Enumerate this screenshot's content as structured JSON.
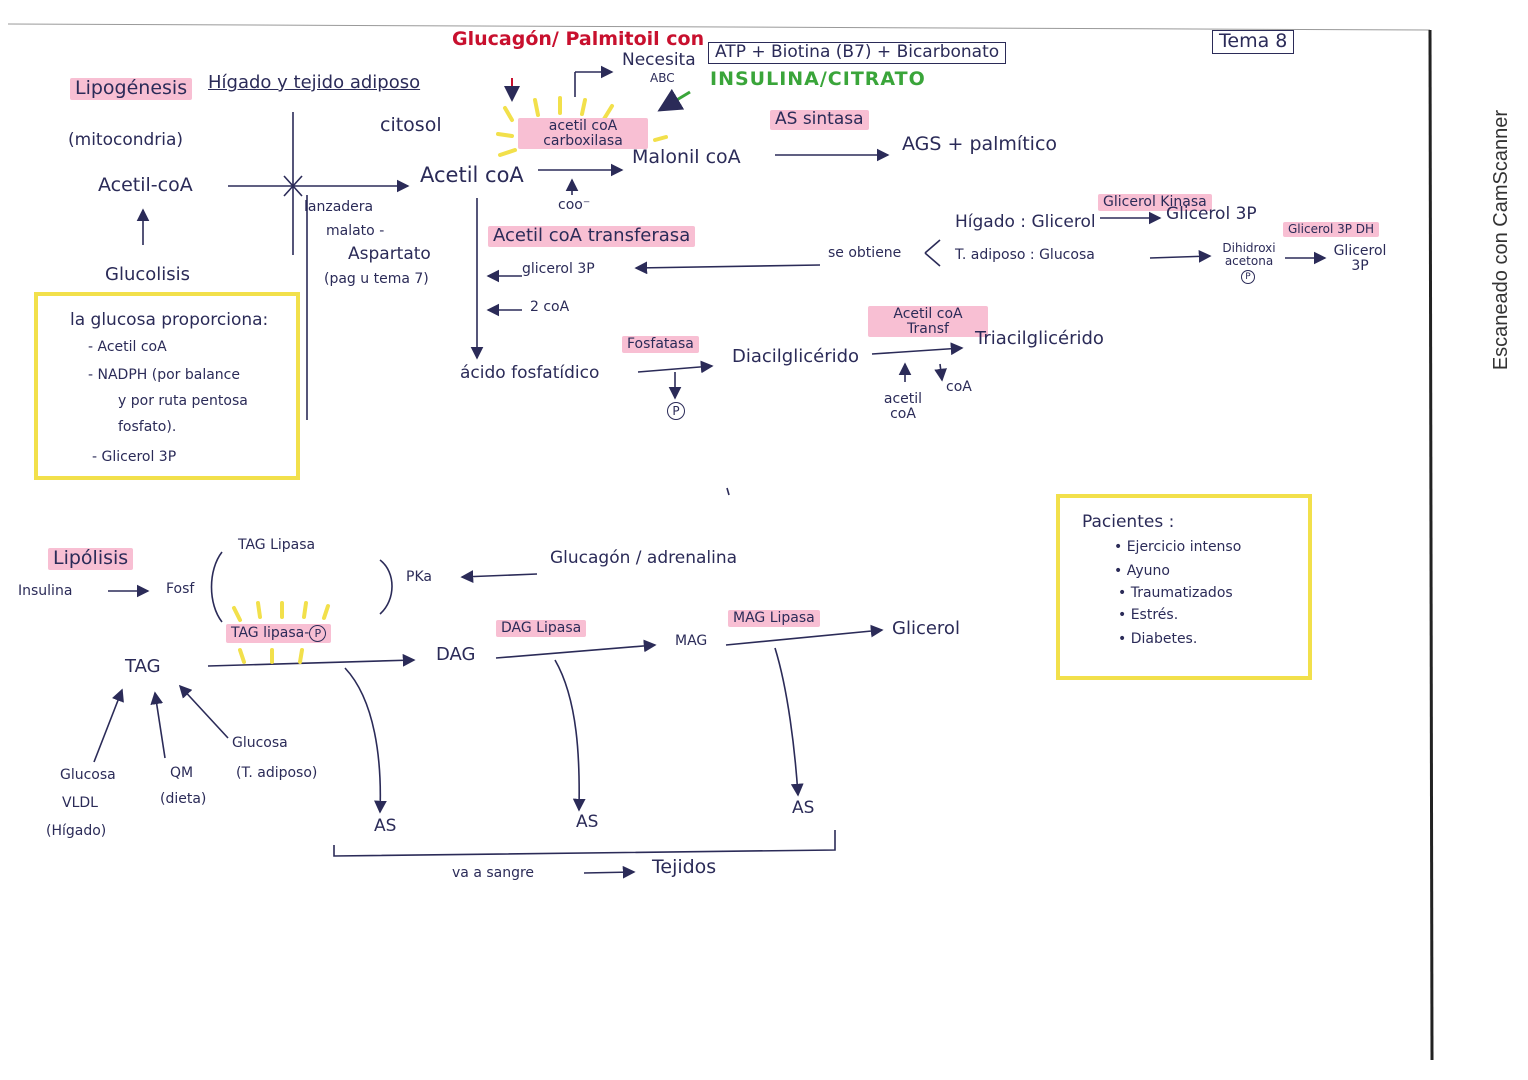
{
  "header": {
    "regulation": "Glucagón/ Palmitoil con",
    "needs_label": "Necesita",
    "needs_sub": "ABC",
    "needs_value": "ATP + Biotina (B7) + Bicarbonato",
    "activators": "INSULINA/CITRATO",
    "topic": "Tema 8"
  },
  "lipogenesis": {
    "title": "Lipogénesis",
    "location": "Hígado y tejido adiposo",
    "mitocondria": "(mitocondria)",
    "citosol": "citosol",
    "acetil_coa_mito": "Acetil-coA",
    "glucolisis": "Glucolisis",
    "lanzadera": [
      "lanzadera",
      "malato -",
      "Aspartato",
      "(pag u tema 7)"
    ],
    "acetil_coa_cyto": "Acetil coA",
    "enzyme_carboxilasa": "acetil coA carboxilasa",
    "malonil": "Malonil coA",
    "coo": "coo⁻",
    "enzyme_as": "AS sintasa",
    "ags": "AGS + palmítico",
    "enzyme_transferasa": "Acetil coA transferasa",
    "glicerol3p": "glicerol 3P",
    "two_coa": "2 coA",
    "se_obtiene": "se obtiene",
    "higado_glicerol": "Hígado : Glicerol",
    "tadiposo_glucosa": "T. adiposo : Glucosa",
    "enzyme_glicerol_kinasa": "Glicerol Kinasa",
    "glicerol3p_right": "Glicerol 3P",
    "dihidroxi": "Dihidroxi acetona",
    "dihidroxi_p": "P",
    "enzyme_glicerol3pdh": "Glicerol 3P DH",
    "glicerol3p_far": "Glicerol 3P",
    "acido_fosfatidico": "ácido fosfatídico",
    "enzyme_fosfatasa": "Fosfatasa",
    "p_symbol": "P",
    "diacilglicerido": "Diacilglicérido",
    "enzyme_acetil_transf": "Acetil coA Transf",
    "triacilglicerido": "Triacilglicérido",
    "acetil_coa_in": "acetil coA",
    "coa_out": "coA",
    "yellow_box": {
      "title": "la glucosa proporciona:",
      "items": [
        "- Acetil coA",
        "- NADPH (por balance",
        "y por ruta pentosa",
        "fosfato).",
        "- Glicerol 3P"
      ]
    }
  },
  "lipolisis": {
    "title": "Lipólisis",
    "insulina": "Insulina",
    "fosf": "Fosf",
    "tag_lipasa_top": "TAG Lipasa",
    "pka": "PKa",
    "glucagon": "Glucagón / adrenalina",
    "tag_lipasa_p": "TAG lipasa-",
    "tag_lipasa_p_symbol": "P",
    "tag": "TAG",
    "dag": "DAG",
    "dag_lipasa": "DAG Lipasa",
    "mag": "MAG",
    "mag_lipasa": "MAG Lipasa",
    "glicerol": "Glicerol",
    "as": [
      "AS",
      "AS",
      "AS"
    ],
    "glucosa_vldl": [
      "Glucosa",
      "VLDL",
      "(Hígado)"
    ],
    "qm_dieta": [
      "QM",
      "(dieta)"
    ],
    "glucosa_tadiposo": [
      "Glucosa",
      "(T. adiposo)"
    ],
    "va_sangre": "va a sangre",
    "tejidos": "Tejidos"
  },
  "pacientes": {
    "title": "Pacientes :",
    "items": [
      "• Ejercicio intenso",
      "• Ayuno",
      "• Traumatizados",
      "• Estrés.",
      "• Diabetes."
    ]
  },
  "watermark": "Escaneado con CamScanner"
}
